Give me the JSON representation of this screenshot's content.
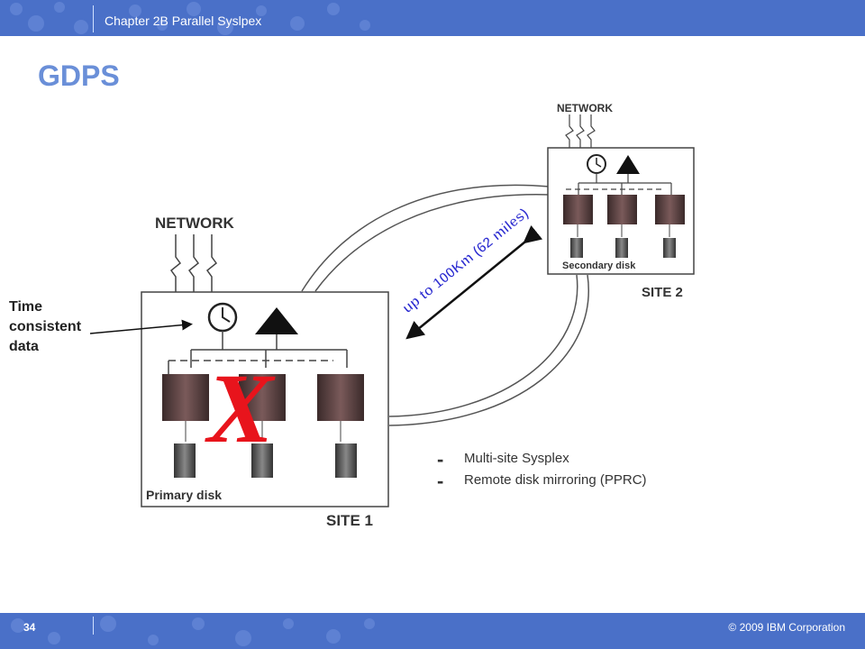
{
  "header": {
    "chapter": "Chapter 2B Parallel Syslpex"
  },
  "slide": {
    "title": "GDPS"
  },
  "annotation": {
    "lines": [
      "Time",
      "consistent",
      "data"
    ]
  },
  "diagram": {
    "network_labels": [
      "NETWORK",
      "NETWORK"
    ],
    "site1": {
      "label": "SITE 1",
      "disk_label": "Primary disk"
    },
    "site2": {
      "label": "SITE 2",
      "disk_label": "Secondary disk"
    },
    "distance": "up to 100Km (62 miles)",
    "failure_mark": "X",
    "legend": [
      {
        "dash": "-",
        "text": "Multi-site Sysplex"
      },
      {
        "dash": "-",
        "text": "Remote disk mirroring (PPRC)"
      }
    ]
  },
  "footer": {
    "page": "34",
    "copyright": "© 2009 IBM Corporation"
  },
  "colors": {
    "bar": "#4a70c8",
    "title": "#6a8fd8",
    "accent_red": "#e8141c",
    "distance_text": "#2b2bd0"
  }
}
